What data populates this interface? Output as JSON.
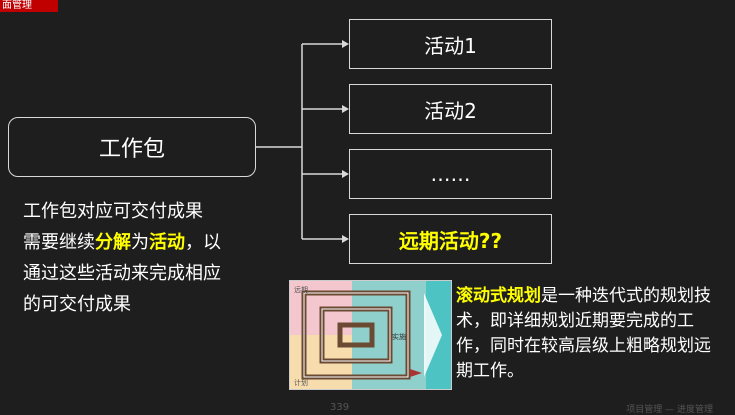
{
  "corner_tag": "面管理",
  "work_package": {
    "label": "工作包"
  },
  "activities": [
    {
      "label": "活动1",
      "highlight": false
    },
    {
      "label": "活动2",
      "highlight": false
    },
    {
      "label": "……",
      "highlight": false
    },
    {
      "label": "远期活动??",
      "highlight": true
    }
  ],
  "description": {
    "line1": "工作包对应可交付成果",
    "line2_pre": "需要继续",
    "line2_em1": "分解",
    "line2_mid": "为",
    "line2_em2": "活动",
    "line2_post": "，以",
    "line3": "通过这些活动来完成相应",
    "line4": "的可交付成果"
  },
  "rolling": {
    "title": "滚动式规划",
    "text": "是一种迭代式的规划技术，即详细规划近期要完成的工作，同时在较高层级上粗略规划远期工作。"
  },
  "image_labels": {
    "top_left": "远期",
    "bottom_left": "计划",
    "right": "实施"
  },
  "footer": {
    "page": "339",
    "note": "项目管理 — 进度管理"
  },
  "colors": {
    "accent_yellow": "#ffff00",
    "tag_red": "#c00000",
    "background": "#1e1e1e"
  }
}
